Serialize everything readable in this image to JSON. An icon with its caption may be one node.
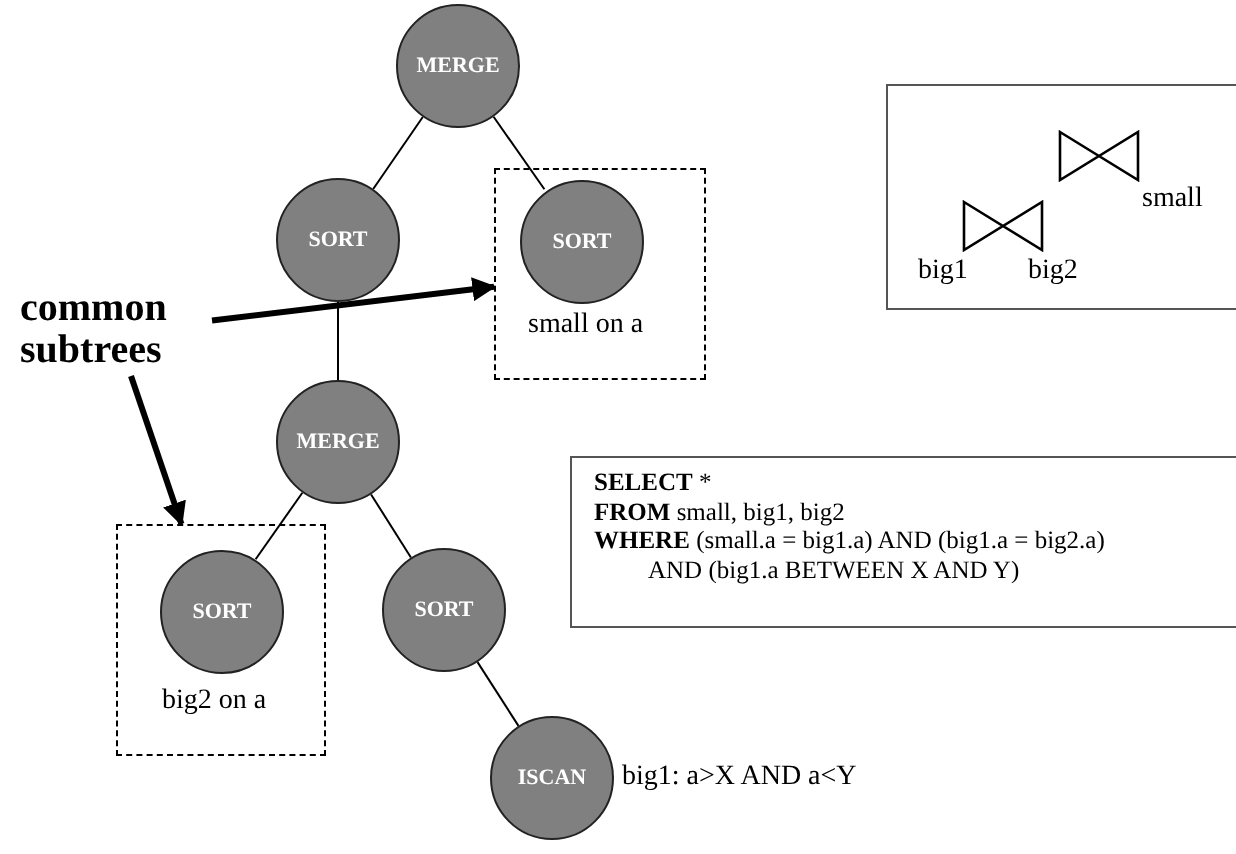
{
  "diagram": {
    "nodes": [
      {
        "text": [
          "MERGE"
        ]
      },
      {
        "text": [
          "SORT"
        ]
      },
      {
        "text": [],
        "shape": "box"
      },
      {
        "text": [
          "SORT"
        ],
        "in": 2,
        "beside": [
          "small on a"
        ]
      },
      {
        "text": [
          "MERGE"
        ]
      },
      {
        "text": [],
        "shape": "box"
      },
      {
        "text": [
          "SORT"
        ],
        "in": 5,
        "beside": [
          "big2 on a"
        ]
      },
      {
        "text": [
          "SORT"
        ]
      },
      {
        "text": [
          "ISCAN"
        ],
        "beside": [
          "big1: a>X AND a<Y"
        ]
      },
      {
        "text": [
          "common subtrees"
        ]
      },
      {
        "text": [
          "small",
          "big1",
          "big2"
        ]
      },
      {
        "text": [
          "**SELECT** *",
          "**FROM** small, big1, big2",
          "**WHERE** (small.a = big1.a) AND (big1.a = big2.a)",
          "AND (big1.a BETWEEN X AND Y)"
        ]
      }
    ],
    "edges": [
      {
        "from": 0,
        "to": 1,
        "arrow": "none"
      },
      {
        "from": 0,
        "to": 3,
        "arrow": "none"
      },
      {
        "from": 1,
        "to": 4,
        "arrow": "none"
      },
      {
        "from": 4,
        "to": 6,
        "arrow": "none"
      },
      {
        "from": 4,
        "to": 7,
        "arrow": "none"
      },
      {
        "from": 7,
        "to": 8,
        "arrow": "none"
      },
      {
        "from": 9,
        "to": 2,
        "arrow": "to",
        "style": "thick"
      },
      {
        "from": 9,
        "to": 5,
        "arrow": "to",
        "style": "thick"
      }
    ]
  }
}
